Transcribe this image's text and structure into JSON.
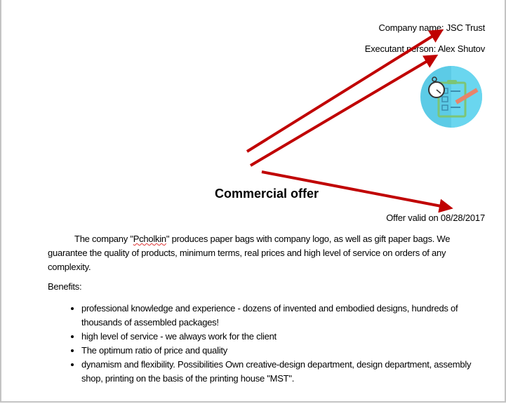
{
  "header": {
    "company_name": "Company name: JSC Trust",
    "executant_person": "Executant person: Alex Shutov"
  },
  "title": "Commercial offer",
  "offer_valid": "Offer valid on 08/28/2017",
  "intro": {
    "before": "The company \"",
    "misspelled": "Pcholkin",
    "after": "\" produces paper bags with company logo, as well as gift paper bags. We guarantee the quality of products, minimum terms, real prices and high level of service on orders of any complexity."
  },
  "benefits_label": "Benefits:",
  "benefits": [
    "professional knowledge and experience - dozens of invented and embodied designs, hundreds of thousands of assembled packages!",
    "high level of service - we always work for the client",
    "The optimum ratio of price and quality",
    "dynamism and flexibility. Possibilities Own creative-design department, design department, assembly shop, printing on the basis of the printing house \"MST\"."
  ],
  "colors": {
    "arrow": "#c00000",
    "icon_bg": "#5ccbe6"
  }
}
